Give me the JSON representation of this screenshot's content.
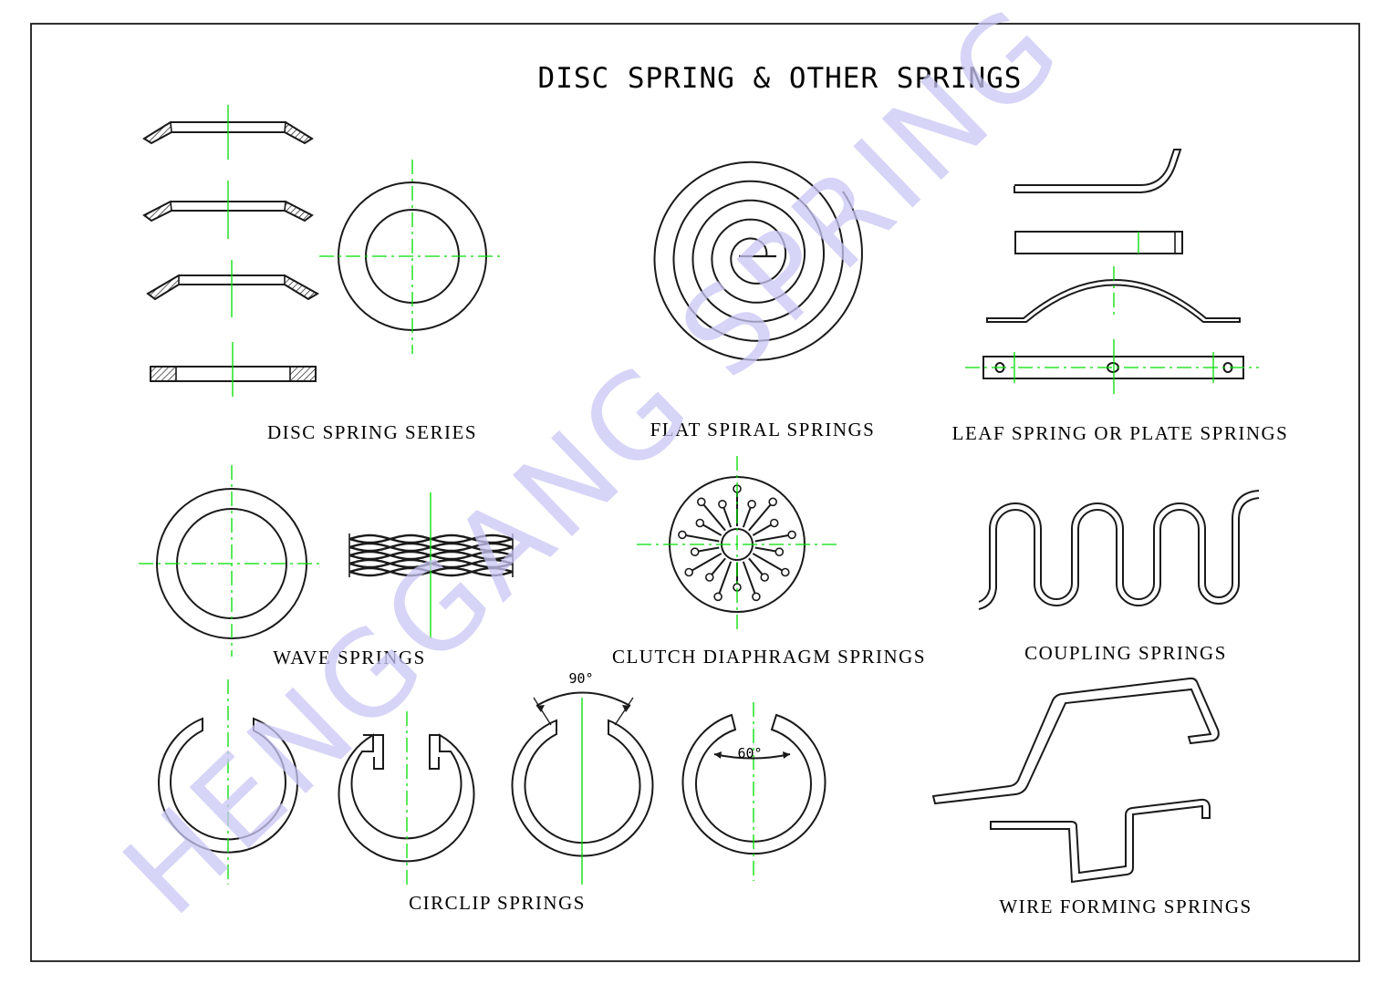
{
  "title": "DISC SPRING & OTHER SPRINGS",
  "watermark": "HENGGANG SPRING",
  "labels": {
    "disc": "DISC SPRING SERIES",
    "spiral": "FLAT SPIRAL SPRINGS",
    "leaf": "LEAF SPRING OR PLATE SPRINGS",
    "wave": "WAVE SPRINGS",
    "clutch": "CLUTCH DIAPHRAGM SPRINGS",
    "coupling": "COUPLING SPRINGS",
    "circlip": "CIRCLIP SPRINGS",
    "wire": "WIRE FORMING SPRINGS"
  },
  "angles": {
    "circlip_a": "90°",
    "circlip_b": "60°"
  },
  "colors": {
    "outline": "#1a1a1a",
    "centerline": "#00dd00",
    "watermark": "#c9c6f5"
  }
}
